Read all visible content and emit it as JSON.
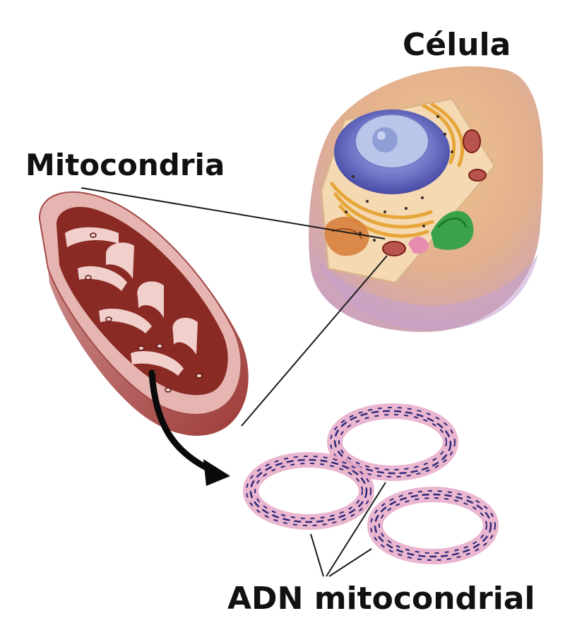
{
  "labels": {
    "cell": "Célula",
    "mitochondrion": "Mitocondria",
    "mtdna": "ADN mitocondrial"
  },
  "colors": {
    "cell_body": "#e8b88a",
    "cell_shadow": "#c7a0c8",
    "nucleus": "#5a5fb8",
    "mito_outer": "#c98a8a",
    "mito_inner": "#8a2a24",
    "dna_band": "#e7a9c7",
    "dna_strand": "#2e2a7a",
    "golgi": "#e6a63a",
    "chloro_green": "#3aa34a"
  }
}
